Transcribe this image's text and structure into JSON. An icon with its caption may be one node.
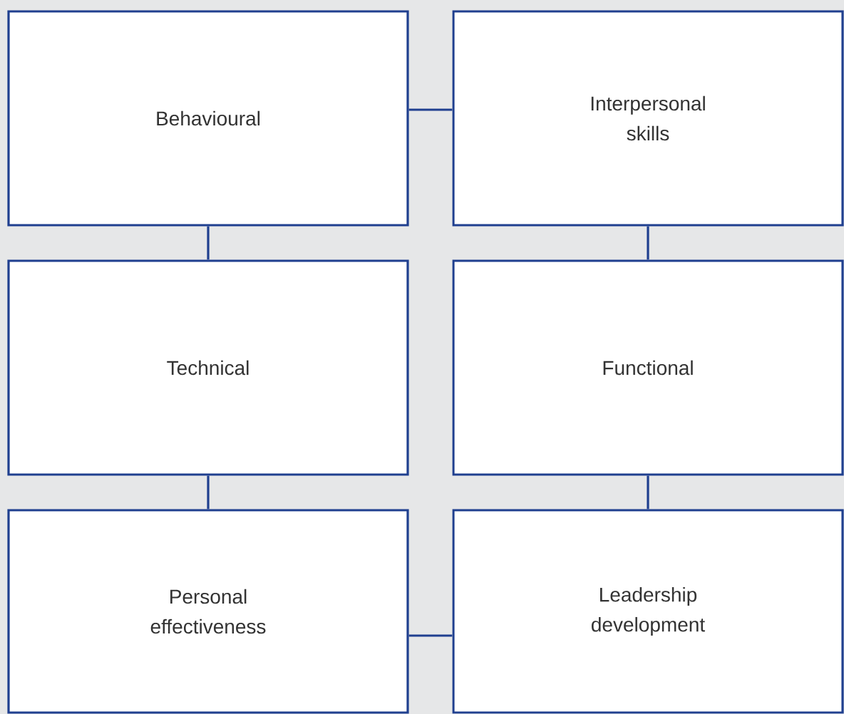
{
  "diagram": {
    "nodes": [
      {
        "text": [
          "Behavioural"
        ]
      },
      {
        "text": [
          "Interpersonal skills"
        ]
      },
      {
        "text": [
          "Technical"
        ]
      },
      {
        "text": [
          "Functional"
        ]
      },
      {
        "text": [
          "Personal effectiveness"
        ]
      },
      {
        "text": [
          "Leadership development"
        ]
      }
    ],
    "edges": [
      {
        "from": 0,
        "to": 1,
        "arrow": "none"
      },
      {
        "from": 0,
        "to": 2,
        "arrow": "none"
      },
      {
        "from": 1,
        "to": 3,
        "arrow": "none"
      },
      {
        "from": 2,
        "to": 4,
        "arrow": "none"
      },
      {
        "from": 3,
        "to": 5,
        "arrow": "none"
      },
      {
        "from": 4,
        "to": 5,
        "arrow": "none"
      }
    ]
  }
}
